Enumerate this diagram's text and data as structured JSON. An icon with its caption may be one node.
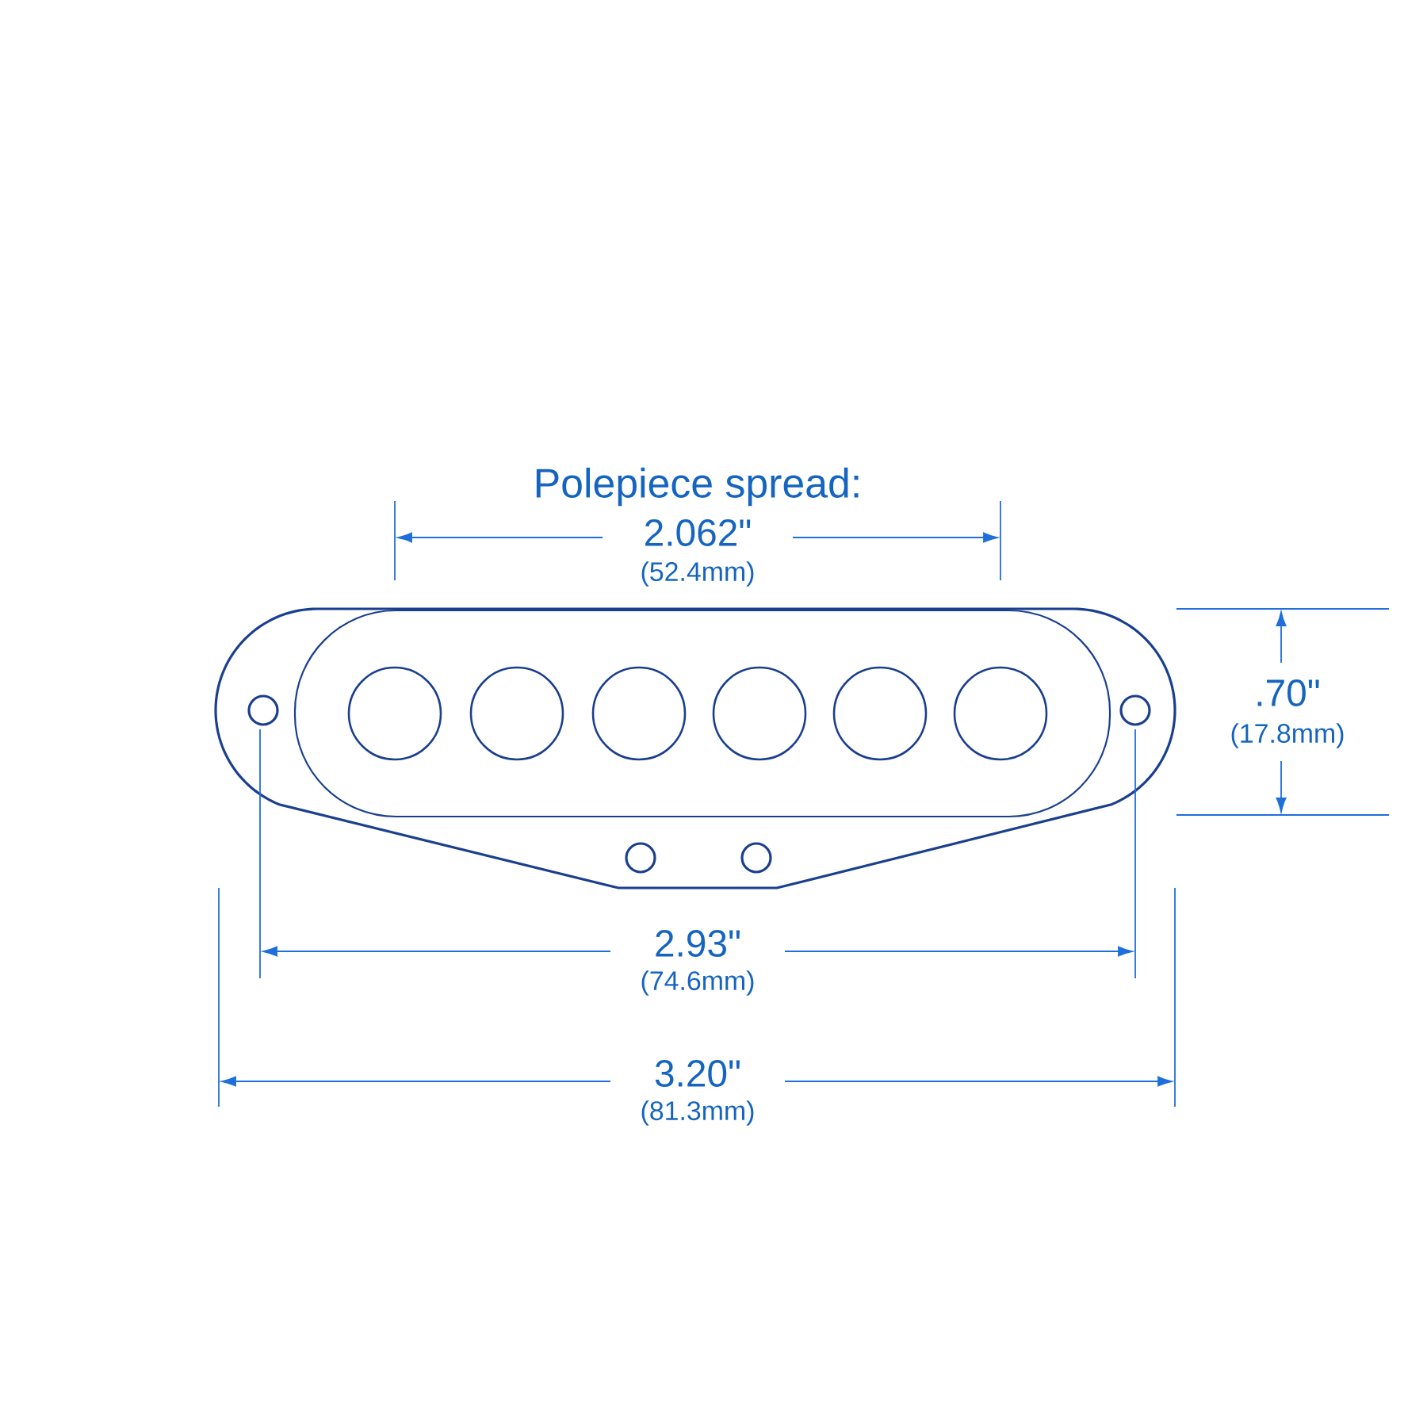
{
  "diagram": {
    "labels": [
      "Polepiece spread:",
      "2.062\"",
      "(52.4mm)",
      ".70\"",
      "(17.8mm)",
      "2.93\"",
      "(74.6mm)",
      "3.20\"",
      "(81.3mm)"
    ]
  }
}
